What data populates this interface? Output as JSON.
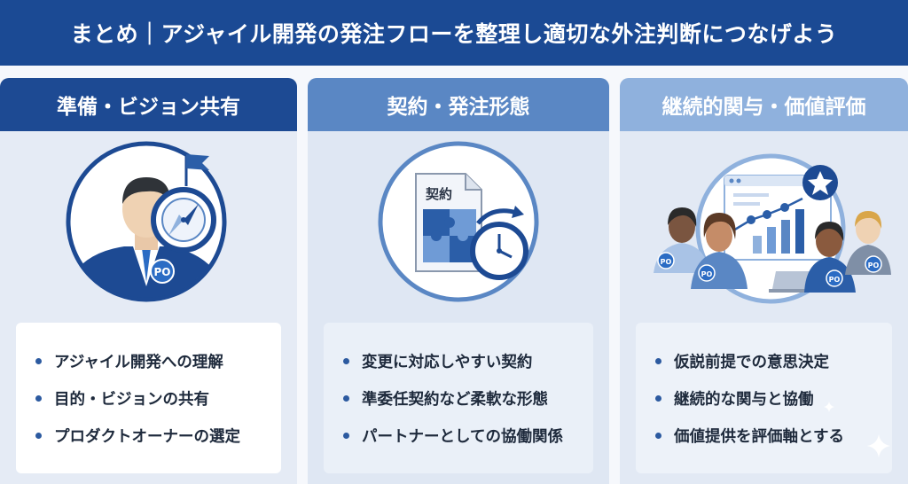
{
  "title": "まとめ｜アジャイル開発の発注フローを整理し適切な外注判断につなげよう",
  "columns": [
    {
      "heading": "準備・ビジョン共有",
      "badge": "PO",
      "items": [
        "アジャイル開発への理解",
        "目的・ビジョンの共有",
        "プロダクトオーナーの選定"
      ]
    },
    {
      "heading": "契約・発注形態",
      "doc_label": "契約",
      "items": [
        "変更に対応しやすい契約",
        "準委任契約など柔軟な形態",
        "パートナーとしての協働関係"
      ]
    },
    {
      "heading": "継続的関与・価値評価",
      "badge": "PO",
      "items": [
        "仮説前提での意思決定",
        "継続的な関与と協働",
        "価値提供を評価軸とする"
      ]
    }
  ],
  "colors": {
    "banner": "#1b4a94",
    "col1_header": "#1d4a93",
    "col2_header": "#5a87c4",
    "col3_header": "#8fb1dd",
    "bullet": "#2c5aa0"
  },
  "icons": [
    "compass-icon",
    "flag-icon",
    "document-icon",
    "puzzle-icon",
    "clock-icon",
    "star-icon",
    "chart-icon",
    "laptop-icon",
    "sparkle-icon"
  ]
}
